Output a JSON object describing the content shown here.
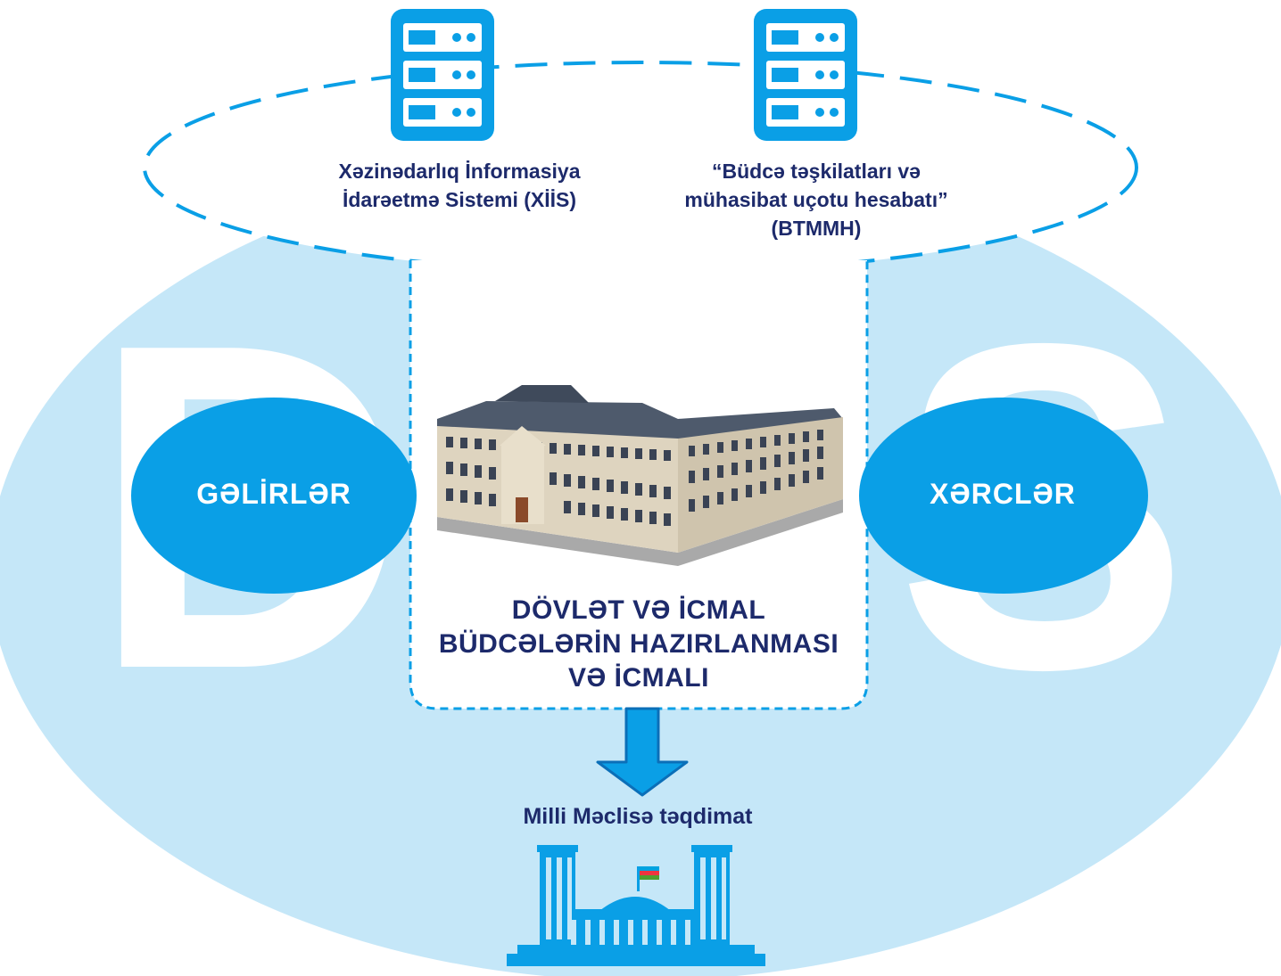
{
  "watermark": "DMIS",
  "servers": [
    {
      "icon": "server-icon",
      "lines": [
        "Xəzinədarlıq İnformasiya",
        "İdarəetmə Sistemi (XİİS)"
      ]
    },
    {
      "icon": "server-icon",
      "lines": [
        "“Büdcə təşkilatları və",
        "mühasibat uçotu hesabatı”",
        "(BTMMH)"
      ]
    }
  ],
  "revenue_label": "GƏLİRLƏR",
  "expense_label": "XƏRCLƏR",
  "center_title": [
    "DÖVLƏT VƏ İCMAL",
    "BÜDCƏLƏRİN HAZIRLANMASI",
    "VƏ İCMALI"
  ],
  "submission_label": "Milli Məclisə təqdimat",
  "colors": {
    "accent": "#0a9fe6",
    "light_blue": "#c5e7f8",
    "text_navy": "#1d2a6b"
  }
}
